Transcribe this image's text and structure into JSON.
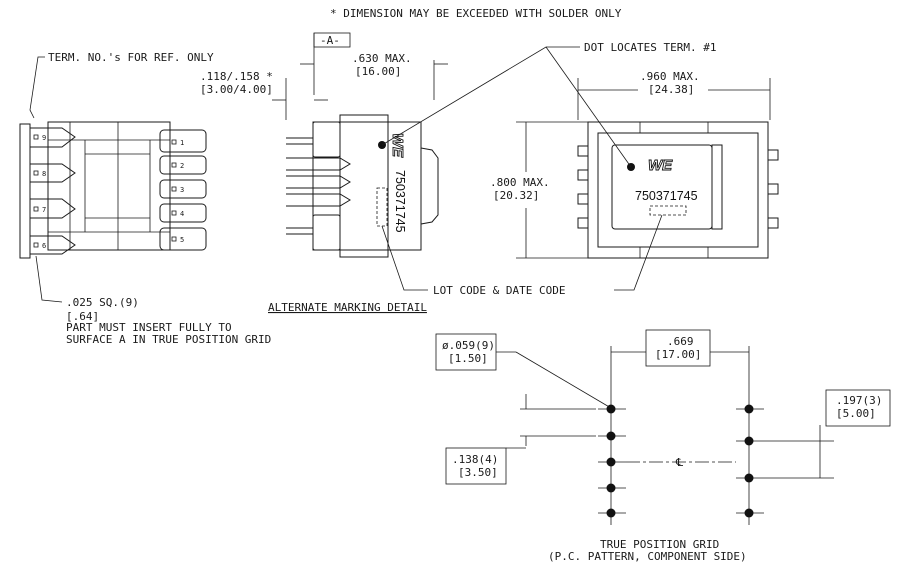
{
  "notes": {
    "solder": "* DIMENSION MAY BE EXCEEDED WITH SOLDER ONLY",
    "term_ref": "TERM. NO.'s FOR REF. ONLY",
    "dot_term": "DOT LOCATES TERM. #1",
    "lot_code": "LOT CODE & DATE CODE",
    "alt_marking": "ALTERNATE MARKING DETAIL",
    "true_pos_1": "TRUE POSITION GRID",
    "true_pos_2": "(P.C. PATTERN, COMPONENT SIDE)",
    "insert_1": "PART MUST INSERT FULLY TO",
    "insert_2": "SURFACE A IN TRUE POSITION GRID"
  },
  "datum": "-A-",
  "dims": {
    "pin_len_in": ".118/.158 *",
    "pin_len_mm": "[3.00/4.00]",
    "height_in": ".630 MAX.",
    "height_mm": "[16.00]",
    "length_in": ".960 MAX.",
    "length_mm": "[24.38]",
    "width_in": ".800 MAX.",
    "width_mm": "[20.32]",
    "pin_sq_in": ".025 SQ.(9)",
    "pin_sq_mm": "[.64]",
    "hole_in": "ø.059(9)",
    "hole_mm": "[1.50]",
    "row_in": ".669",
    "row_mm": "[17.00]",
    "pitch_right_in": ".197(3)",
    "pitch_right_mm": "[5.00]",
    "pitch_left_in": ".138(4)",
    "pitch_left_mm": "[3.50]",
    "cl": "℄"
  },
  "part_number": "750371745",
  "logo_text": "WE",
  "terminals": {
    "left": [
      "9",
      "8",
      "7",
      "6"
    ],
    "right": [
      "1",
      "2",
      "3",
      "4",
      "5"
    ]
  }
}
